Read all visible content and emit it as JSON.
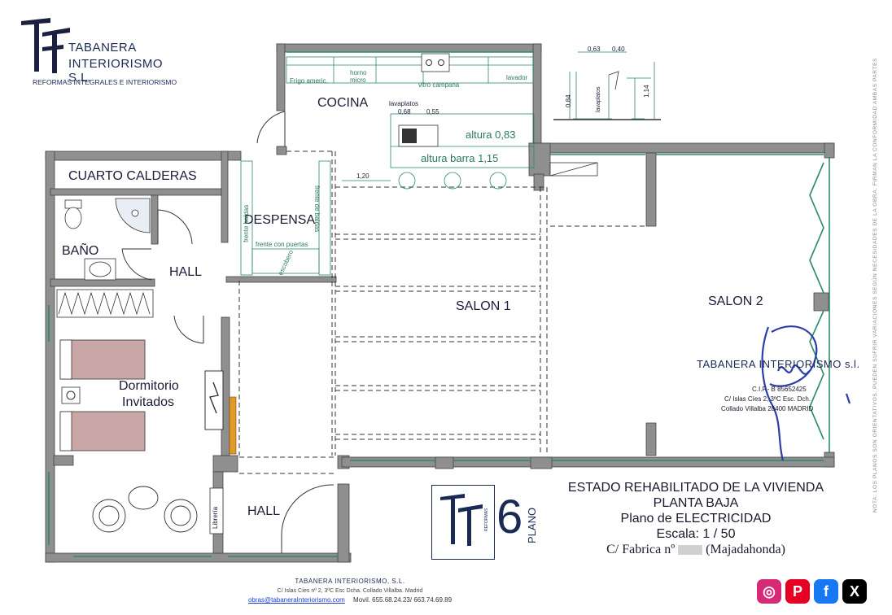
{
  "company": {
    "logo_line1": "TABANERA",
    "logo_line2": "INTERIORISMO S.L.",
    "tagline": "REFORMAS INTEGRALES E INTERIORISMO"
  },
  "rooms": {
    "cocina": "COCINA",
    "cuarto_calderas": "CUARTO CALDERAS",
    "despensa": "DESPENSA",
    "bano": "BAÑO",
    "hall_1": "HALL",
    "salon_1": "SALON 1",
    "salon_2": "SALON 2",
    "dormitorio_line1": "Dormitorio",
    "dormitorio_line2": "Invitados",
    "hall_2": "HALL"
  },
  "kitchen_labels": {
    "frigo": "Frigo americ.",
    "horno_micro_1": "horno",
    "horno_micro_2": "micro",
    "vitro": "vitro campana",
    "lavador": "lavador",
    "lavaplatos": "lavaplatos",
    "dim_068": "0,68",
    "dim_055": "0,55",
    "altura_083": "altura 0,83",
    "altura_barra": "altura barra 1,15",
    "dim_120": "1,20"
  },
  "pantry_labels": {
    "frente_baldas": "frente baldas",
    "frente_de_baldas": "frente de baldas",
    "frente_puertas": "frente con puertas",
    "escobero": "escobero"
  },
  "other_labels": {
    "libreria": "Librería"
  },
  "detail": {
    "dim_063": "0,63",
    "dim_040": "0,40",
    "dim_084": "0,84",
    "dim_114": "1,14",
    "lavaplatos": "lavaplatos"
  },
  "stamp": {
    "name": "TABANERA INTERIORISMO s.l.",
    "cif": "C.I.F.- B 85652425",
    "address1": "C/ Islas Cíes 2, 3ºC Esc. Dch.",
    "address2": "Collado Villalba 28400 MADRID"
  },
  "plan_number": {
    "number": "6",
    "word": "PLANO",
    "logo_caption": "REFORMAS"
  },
  "title_block": {
    "line1": "ESTADO REHABILITADO DE LA VIVIENDA",
    "line2": "PLANTA BAJA",
    "line3": "Plano de ELECTRICIDAD",
    "line4": "Escala: 1 / 50",
    "line5_prefix": "C/ Fabrica nº",
    "line5_suffix": "(Majadahonda)"
  },
  "footer": {
    "company": "TABANERA INTERIORISMO, S.L.",
    "address": "C/ Islas Cíes nº 2, 3ºC Esc Dcha. Collado Villalba. Madrid",
    "email": "obras@tabaneraInteriorismo.com",
    "phones": "Movil. 655.68.24.23/ 663.74.69.89"
  },
  "side_note": "NOTA: LOS PLANOS SON ORIENTATIVOS, PUEDEN SUFRIR VARIACIONES SEGÚN NECESIDADES DE LA OBRA. FIRMAN LA CONFORMIDAD AMBAS PARTES",
  "social": [
    {
      "icon": "instagram-icon",
      "glyph": "◎",
      "color": "#d62976"
    },
    {
      "icon": "pinterest-icon",
      "glyph": "P",
      "color": "#e60023"
    },
    {
      "icon": "facebook-icon",
      "glyph": "f",
      "color": "#1877f2"
    },
    {
      "icon": "x-icon",
      "glyph": "X",
      "color": "#000000"
    }
  ],
  "colors": {
    "wall": "#8c8c8c",
    "wall_dark": "#555555",
    "ink": "#1b1b3a",
    "accent_green": "#2a8a6a",
    "stamp_blue": "#2c3ea8",
    "door_orange": "#e09a2a"
  }
}
